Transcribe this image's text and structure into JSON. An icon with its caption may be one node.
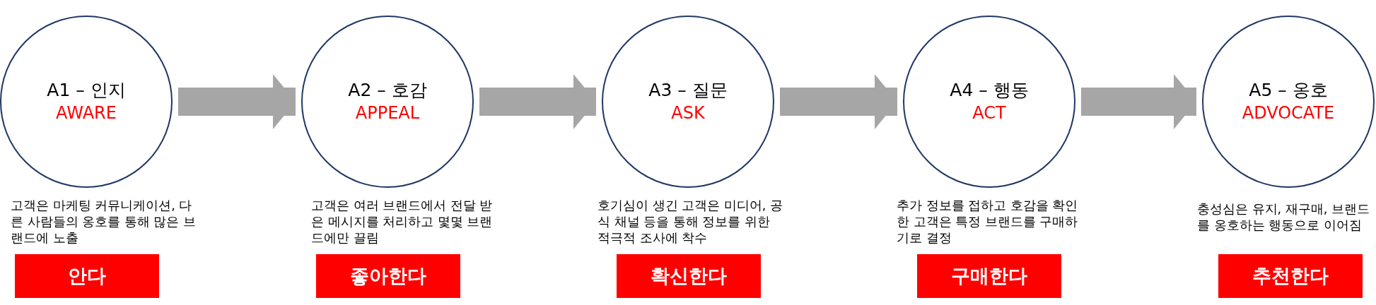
{
  "diagram": {
    "nodes": [
      {
        "text": [
          "A1 – 인지",
          "AWARE"
        ],
        "beside": [
          "고객은 마케팅 커뮤니케이션, 다른 사람들의 옹호를 통해 많은 브랜드에 노출"
        ]
      },
      {
        "text": [
          "A2 – 호감",
          "APPEAL"
        ],
        "beside": [
          "고객은 여러 브랜드에서 전달 받은 메시지를 처리하고 몇몇 브랜드에만 끌림"
        ]
      },
      {
        "text": [
          "A3 – 질문",
          "ASK"
        ],
        "beside": [
          "호기심이 생긴 고객은 미디어, 공식 채널 등을 통해 정보를 위한 적극적 조사에 착수"
        ]
      },
      {
        "text": [
          "A4 – 행동",
          "ACT"
        ],
        "beside": [
          "추가 정보를 접하고 호감을 확인한 고객은 특정 브랜드를 구매하기로 결정"
        ]
      },
      {
        "text": [
          "A5 – 옹호",
          "ADVOCATE"
        ],
        "beside": [
          "충성심은 유지, 재구매, 브랜드를 옹호하는 행동으로 이어짐"
        ]
      },
      {
        "text": [
          "안다"
        ]
      },
      {
        "text": [
          "좋아한다"
        ]
      },
      {
        "text": [
          "확신한다"
        ]
      },
      {
        "text": [
          "구매한다"
        ]
      },
      {
        "text": [
          "추천한다"
        ]
      }
    ],
    "edges": [
      {
        "from": 0,
        "to": 1,
        "arrow": "to"
      },
      {
        "from": 1,
        "to": 2,
        "arrow": "to"
      },
      {
        "from": 2,
        "to": 3,
        "arrow": "to"
      },
      {
        "from": 3,
        "to": 4,
        "arrow": "to"
      }
    ]
  }
}
